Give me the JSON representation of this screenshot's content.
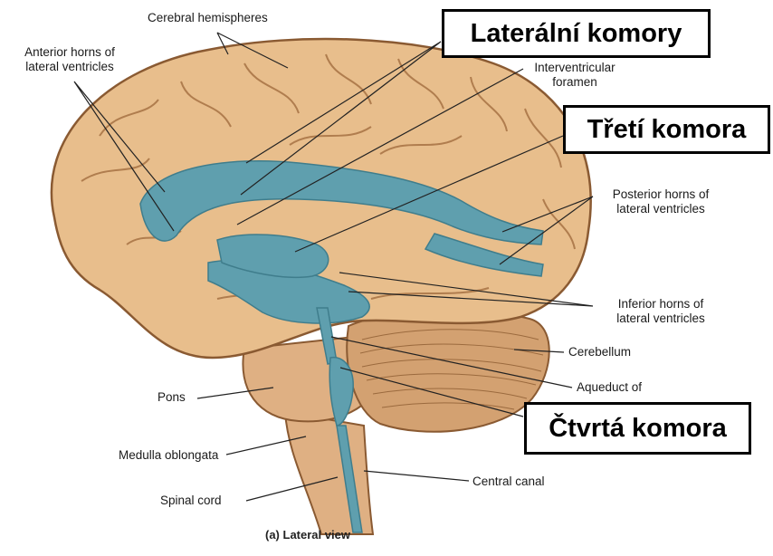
{
  "diagram": {
    "labels": {
      "cerebral_hemispheres": "Cerebral hemispheres",
      "anterior_horns_1": "Anterior horns of",
      "anterior_horns_2": "lateral ventricles",
      "interventricular_1": "Interventricular",
      "interventricular_2": "foramen",
      "posterior_horns_1": "Posterior horns of",
      "posterior_horns_2": "lateral ventricles",
      "inferior_horns_1": "Inferior horns of",
      "inferior_horns_2": "lateral ventricles",
      "cerebellum": "Cerebellum",
      "aqueduct": "Aqueduct of",
      "pons": "Pons",
      "medulla": "Medulla oblongata",
      "central_canal": "Central canal",
      "spinal_cord": "Spinal cord",
      "caption": "(a) Lateral view"
    },
    "callouts": {
      "lateral_ventricles": "Laterální komory",
      "third_ventricle": "Třetí komora",
      "fourth_ventricle": "Čtvrtá komora"
    },
    "colors": {
      "brain": "#e8be8c",
      "brain_outline": "#8a5a32",
      "gyri_lines": "#b07d4e",
      "ventricles": "#5f9fae",
      "cerebellum": "#d3a171",
      "brainstem": "#dfb083"
    }
  }
}
